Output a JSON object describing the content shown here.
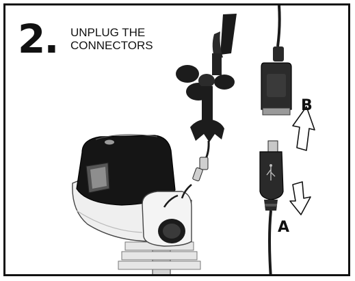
{
  "step": {
    "number": "2.",
    "title_line1": "UNPLUG THE",
    "title_line2": "CONNECTORS"
  },
  "labels": {
    "connector_b": "B",
    "connector_a": "A"
  },
  "colors": {
    "ink": "#111111",
    "device_gray": "#d9d9d9",
    "device_light": "#f2f2f2",
    "cable_dark": "#1a1a1a",
    "connector_gray": "#8a8a8a"
  }
}
